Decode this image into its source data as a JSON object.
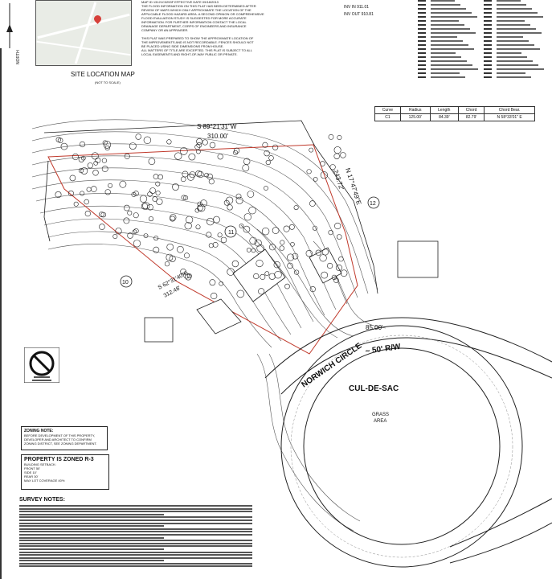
{
  "site_map": {
    "label": "SITE   LOCATION MAP",
    "sublabel": "(NOT TO SCALE)"
  },
  "flood_block": {
    "lines": [
      "MAP ID      13121C0253F     EFFECTIVE DATE     09/18/2013",
      "THE FLOOD INFORMATION ON THIS PLAT HAS BEEN DETERMINED AFTER",
      "REVIEW OF MAPS WHICH ONLY APPROXIMATE THE LOCATION OF THE",
      "APPLICABLE FLOOD HAZARD AREA. A SECOND OPINION OR COMPREHENSIVE",
      "FLOOD EVALUATION STUDY IS SUGGESTED FOR MORE ACCURATE",
      "INFORMATION. FOR FURTHER INFORMATION CONTACT THE LOCAL",
      "DRAINAGE DEPARTMENT, CORPS OF ENGINEERS AND INSURANCE",
      "COMPANY OR AN APPRAISER.",
      "",
      "THIS PLAT WAS PREPARED TO SHOW THE APPROXIMATE LOCATION OF",
      "THE IMPROVEMENTS AND IS NOT RECORDABLE. FENCES SHOULD NOT",
      "BE PLACED USING SIDE DIMENSIONS FROM HOUSE.",
      "ALL MATTERS OF TITLE ARE EXCEPTED. THIS PLAT IS SUBJECT TO ALL",
      "LOCAL EASEMENTS AND RIGHT-OF-WAY PUBLIC OR PRIVATE."
    ]
  },
  "inverts": {
    "inv_in": "INV IN  911.01",
    "inv_out": "INV OUT  910.81"
  },
  "curve_table": {
    "headers": [
      "Curve",
      "Radius",
      "Length",
      "Chord",
      "Chord Bear."
    ],
    "rows": [
      [
        "C1",
        "125.00'",
        "84.39'",
        "82.79'",
        "N 58°33'01\" E"
      ]
    ]
  },
  "survey": {
    "bearing_top": "S 89°21'31\"W",
    "distance_top": "310.00'",
    "bearing_right": "N 17°47'49\"E",
    "distance_right": "243.72'",
    "bearing_bottom": "S 62°31'40\"E",
    "distance_bottom": "312.48'",
    "distance_road": "85.00'",
    "lot_numbers": [
      "10",
      "11",
      "12"
    ],
    "street_name": "NORWICH CIRCLE",
    "right_of_way": "~ 50' R/W",
    "cul_de_sac": "CUL-DE-SAC",
    "grass_area_1": "GRASS",
    "grass_area_2": "AREA"
  },
  "zoning_note": {
    "title": "ZONING NOTE:",
    "body": "BEFORE DEVELOPMENT OF THIS PROPERTY, DEVELOPER AND ARCHITECT TO CONFIRM ZONING DISTRICT, SEE ZONING DEPARTMENT."
  },
  "zoned": {
    "title": "PROPERTY IS ZONED R-3",
    "lines": [
      "BUILDING SETBACK:",
      "FRONT 50'",
      "SIDE 10'",
      "REAR 30'",
      "MAX LOT COVERAGE 40%"
    ]
  },
  "survey_notes": {
    "title": "SURVEY NOTES:"
  }
}
